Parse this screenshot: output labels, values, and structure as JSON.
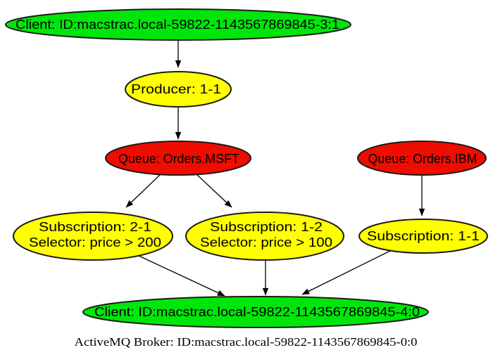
{
  "diagram": {
    "type": "graphviz-broker-topology",
    "caption": "ActiveMQ Broker: ID:macstrac.local-59822-1143567869845-0:0"
  },
  "colors": {
    "client": "#00e60b",
    "queue": "#ee0d00",
    "producer_subscription": "#ffff00",
    "edge": "#000000",
    "background": "#ffffff"
  },
  "nodes": {
    "client_top": {
      "label": "Client: ID:macstrac.local-59822-1143567869845-3:1",
      "kind": "client"
    },
    "producer": {
      "label": "Producer: 1-1",
      "kind": "producer"
    },
    "queue_msft": {
      "label": "Queue: Orders.MSFT",
      "kind": "queue"
    },
    "queue_ibm": {
      "label": "Queue: Orders.IBM",
      "kind": "queue"
    },
    "subscription_2_1": {
      "label": "Subscription: 2-1",
      "selector": "Selector: price > 200",
      "kind": "subscription"
    },
    "subscription_1_2": {
      "label": "Subscription: 1-2",
      "selector": "Selector: price > 100",
      "kind": "subscription"
    },
    "subscription_1_1": {
      "label": "Subscription: 1-1",
      "kind": "subscription"
    },
    "client_bottom": {
      "label": "Client: ID:macstrac.local-59822-1143567869845-4:0",
      "kind": "client"
    }
  },
  "edges": [
    {
      "from": "client_top",
      "to": "producer"
    },
    {
      "from": "producer",
      "to": "queue_msft"
    },
    {
      "from": "queue_msft",
      "to": "subscription_2_1"
    },
    {
      "from": "queue_msft",
      "to": "subscription_1_2"
    },
    {
      "from": "queue_ibm",
      "to": "subscription_1_1"
    },
    {
      "from": "subscription_2_1",
      "to": "client_bottom"
    },
    {
      "from": "subscription_1_2",
      "to": "client_bottom"
    },
    {
      "from": "subscription_1_1",
      "to": "client_bottom"
    }
  ]
}
